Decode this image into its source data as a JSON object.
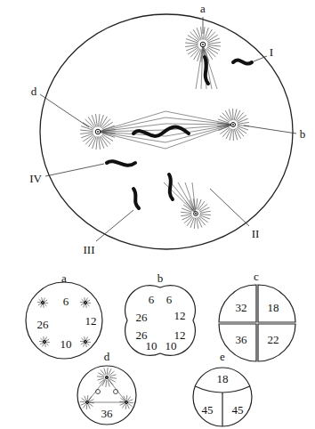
{
  "diagram": {
    "nodes": [
      {
        "text": [
          "a",
          "6",
          "26",
          "12",
          "10"
        ]
      },
      {
        "text": [
          "b",
          "6",
          "6",
          "26",
          "12",
          "26",
          "12",
          "10",
          "10"
        ]
      },
      {
        "text": [
          "c"
        ]
      },
      {
        "text": [
          "32"
        ],
        "in": 2
      },
      {
        "text": [
          "18"
        ],
        "in": 2
      },
      {
        "text": [
          "36"
        ],
        "in": 2
      },
      {
        "text": [
          "22"
        ],
        "in": 2
      },
      {
        "text": [
          "d",
          "36"
        ]
      },
      {
        "text": [
          "e"
        ]
      },
      {
        "text": [
          "18"
        ],
        "in": 8
      },
      {
        "text": [
          "45"
        ],
        "in": 8
      },
      {
        "text": [
          "45"
        ],
        "in": 8
      }
    ],
    "labels": [
      "a",
      "I",
      "d",
      "b",
      "IV",
      "II",
      "III"
    ]
  }
}
